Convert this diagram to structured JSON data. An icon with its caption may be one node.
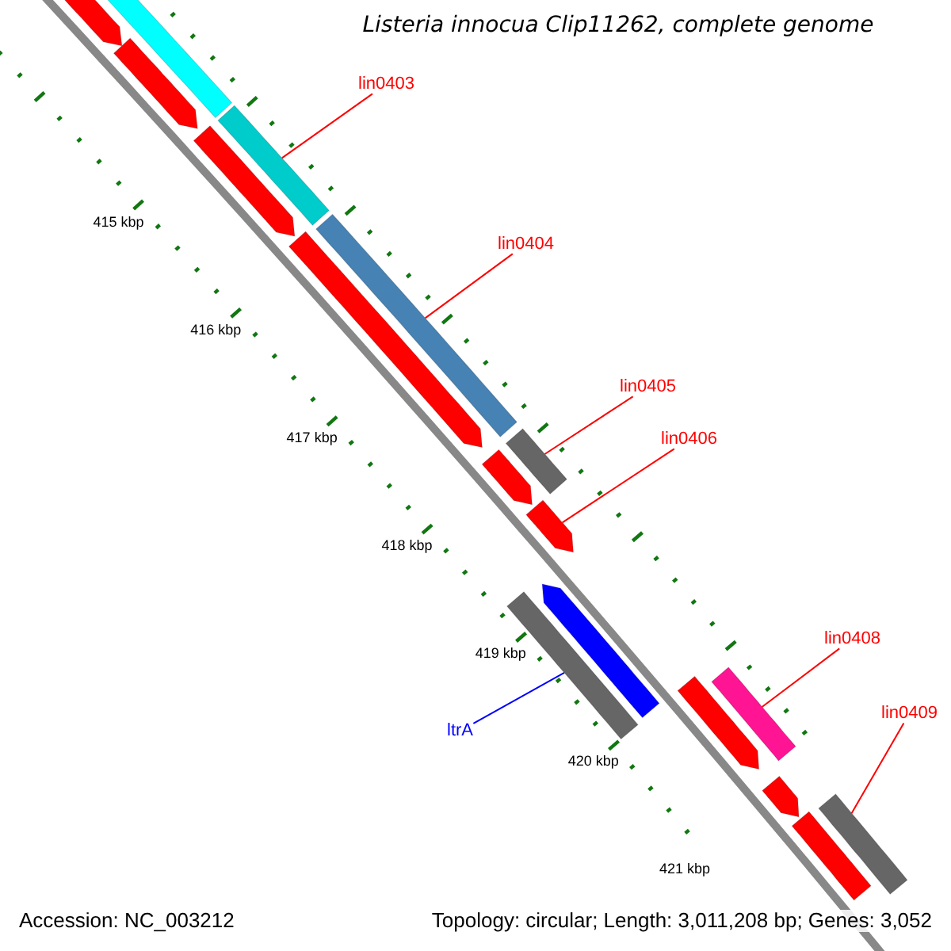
{
  "diagram": {
    "title": "Listeria innocua Clip11262, complete genome",
    "nodes": [
      {
        "text": [
          "lin0403"
        ]
      },
      {
        "text": [],
        "shape": "bar"
      },
      {
        "text": [
          "lin0404"
        ]
      },
      {
        "text": [],
        "shape": "bar"
      },
      {
        "text": [
          "lin0405"
        ]
      },
      {
        "text": [],
        "shape": "bar"
      },
      {
        "text": [
          "lin0406"
        ]
      },
      {
        "text": [],
        "shape": "bar"
      },
      {
        "text": [
          "lin0408"
        ]
      },
      {
        "text": [],
        "shape": "bar"
      },
      {
        "text": [
          "lin0409"
        ]
      },
      {
        "text": [],
        "shape": "bar"
      },
      {
        "text": [
          "ltrA"
        ]
      },
      {
        "text": [],
        "shape": "bar"
      },
      {
        "text": [],
        "shape": "bar"
      },
      {
        "text": [],
        "shape": "bar"
      },
      {
        "text": [],
        "shape": "bar"
      },
      {
        "text": [],
        "shape": "bar"
      },
      {
        "text": [],
        "shape": "bar"
      },
      {
        "text": [],
        "shape": "bar"
      },
      {
        "text": [],
        "shape": "bar"
      },
      {
        "text": [],
        "shape": "bar"
      },
      {
        "text": [],
        "shape": "bar"
      },
      {
        "text": [],
        "shape": "bar"
      }
    ],
    "edges": [
      {
        "from": 0,
        "to": 1,
        "arrow": "none"
      },
      {
        "from": 2,
        "to": 3,
        "arrow": "none"
      },
      {
        "from": 4,
        "to": 5,
        "arrow": "none"
      },
      {
        "from": 6,
        "to": 7,
        "arrow": "none"
      },
      {
        "from": 8,
        "to": 9,
        "arrow": "none"
      },
      {
        "from": 10,
        "to": 11,
        "arrow": "none"
      },
      {
        "from": 12,
        "to": 13,
        "arrow": "none",
        "color": "#0000ff"
      }
    ],
    "labels": [
      "415 kbp",
      "416 kbp",
      "417 kbp",
      "418 kbp",
      "419 kbp",
      "420 kbp",
      "421 kbp",
      "Accession: NC_003212",
      "Topology: circular; Length: 3,011,208 bp; Genes: 3,052"
    ]
  }
}
